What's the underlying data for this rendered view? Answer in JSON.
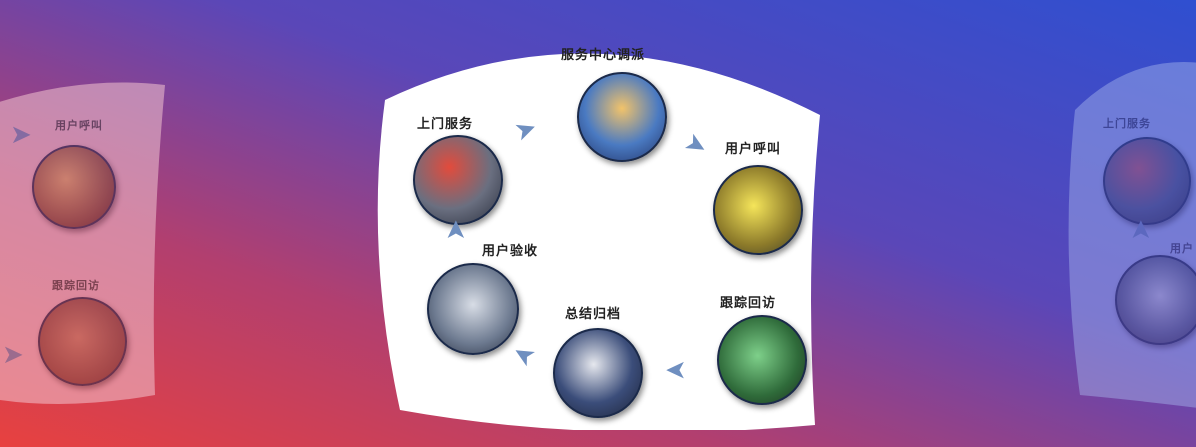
{
  "labels": {
    "dispatch": "服务中心调派",
    "call": "用户呼叫",
    "onsite": "上门服务",
    "accept": "用户验收",
    "archive": "总结归档",
    "followup": "跟踪回访"
  },
  "ghost_left": {
    "call": "用户呼叫",
    "followup": "跟踪回访"
  },
  "ghost_right": {
    "onsite": "上门服务",
    "accept": "用户"
  }
}
